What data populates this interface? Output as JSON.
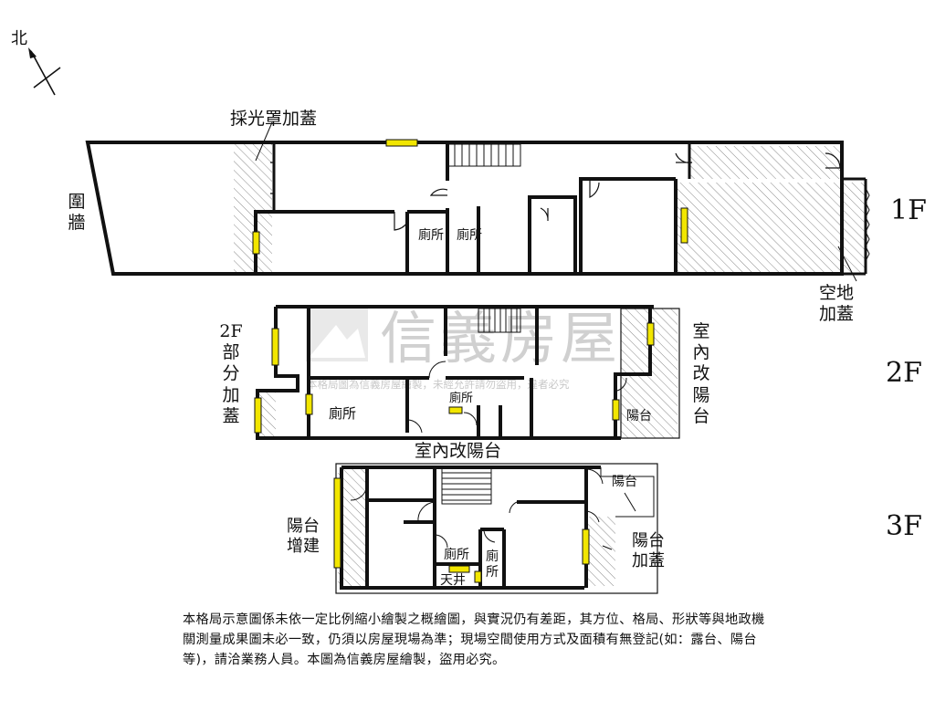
{
  "compass": {
    "north_label": "北"
  },
  "floors": {
    "f1": "1F",
    "f2": "2F",
    "f3": "3F"
  },
  "labels": {
    "skylight_roof": "採光罩加蓋",
    "fence_wall": "圍牆",
    "toilet_1a": "廁所",
    "toilet_1b": "廁所",
    "open_land_roof": "空地加蓋",
    "f2_partial_roof": "2F部分加蓋",
    "f2_toilet_a": "廁所",
    "f2_toilet_b": "廁所",
    "f2_indoor_balcony_right": "室內改陽台",
    "f2_balcony": "陽台",
    "f2_indoor_balcony_bottom": "室內改陽台",
    "f3_balcony_top": "陽台",
    "f3_balcony_ext": "陽台增建",
    "f3_toilet_a": "廁所",
    "f3_toilet_b": "廁所",
    "f3_skywell": "天井",
    "f3_balcony_roof": "陽台加蓋"
  },
  "watermark": {
    "brand": "信義房屋",
    "small": "本格局圖為信義房屋繪製，未經允許請勿盜用，違者必究"
  },
  "disclaimer": "本格局示意圖係未依一定比例縮小繪製之概繪圖，與實況仍有差距，其方位、格局、形狀等與地政機關測量成果圖未必一致，仍須以房屋現場為準；現場空間使用方式及面積有無登記(如：露台、陽台等)，請洽業務人員。本圖為信義房屋繪製，盜用必究。"
}
